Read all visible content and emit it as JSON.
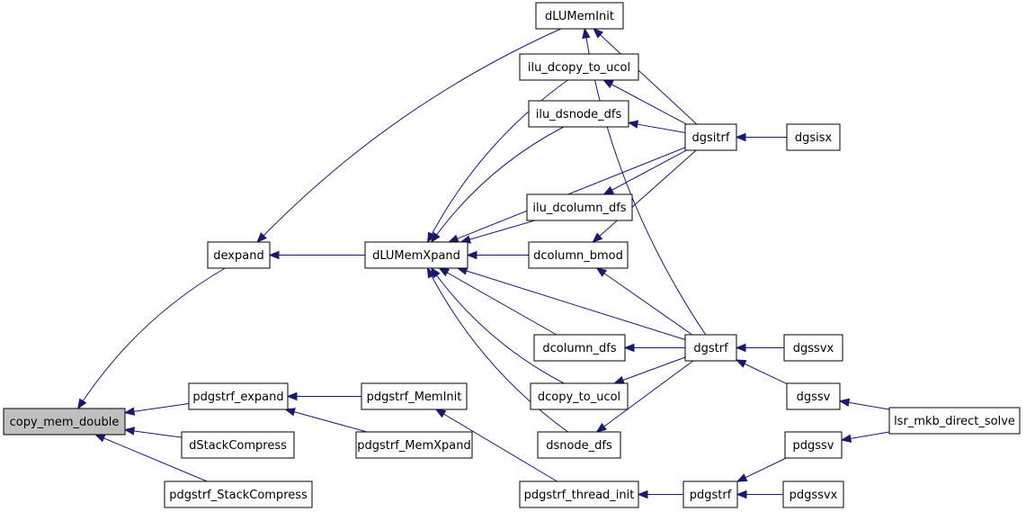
{
  "graph": {
    "root": "copy_mem_double",
    "colors": {
      "edge": "#191970",
      "root_fill": "#bfbfbf",
      "node_fill": "#ffffff",
      "node_stroke": "#000000"
    },
    "nodes": [
      {
        "id": "copy_mem_double",
        "label": "copy_mem_double"
      },
      {
        "id": "dexpand",
        "label": "dexpand"
      },
      {
        "id": "pdgstrf_expand",
        "label": "pdgstrf_expand"
      },
      {
        "id": "dStackCompress",
        "label": "dStackCompress"
      },
      {
        "id": "pdgstrf_StackCompress",
        "label": "pdgstrf_StackCompress"
      },
      {
        "id": "dLUMemXpand",
        "label": "dLUMemXpand"
      },
      {
        "id": "pdgstrf_MemInit",
        "label": "pdgstrf_MemInit"
      },
      {
        "id": "pdgstrf_MemXpand",
        "label": "pdgstrf_MemXpand"
      },
      {
        "id": "dLUMemInit",
        "label": "dLUMemInit"
      },
      {
        "id": "ilu_dcopy_to_ucol",
        "label": "ilu_dcopy_to_ucol"
      },
      {
        "id": "ilu_dsnode_dfs",
        "label": "ilu_dsnode_dfs"
      },
      {
        "id": "ilu_dcolumn_dfs",
        "label": "ilu_dcolumn_dfs"
      },
      {
        "id": "dcolumn_bmod",
        "label": "dcolumn_bmod"
      },
      {
        "id": "dcolumn_dfs",
        "label": "dcolumn_dfs"
      },
      {
        "id": "dcopy_to_ucol",
        "label": "dcopy_to_ucol"
      },
      {
        "id": "dsnode_dfs",
        "label": "dsnode_dfs"
      },
      {
        "id": "pdgstrf_thread_init",
        "label": "pdgstrf_thread_init"
      },
      {
        "id": "dgsitrf",
        "label": "dgsitrf"
      },
      {
        "id": "dgstrf",
        "label": "dgstrf"
      },
      {
        "id": "pdgstrf",
        "label": "pdgstrf"
      },
      {
        "id": "dgsisx",
        "label": "dgsisx"
      },
      {
        "id": "dgssvx",
        "label": "dgssvx"
      },
      {
        "id": "dgssv",
        "label": "dgssv"
      },
      {
        "id": "pdgssv",
        "label": "pdgssv"
      },
      {
        "id": "pdgssvx",
        "label": "pdgssvx"
      },
      {
        "id": "lsr_mkb_direct_solve",
        "label": "lsr_mkb_direct_solve"
      }
    ],
    "edges": [
      [
        "dexpand",
        "copy_mem_double"
      ],
      [
        "pdgstrf_expand",
        "copy_mem_double"
      ],
      [
        "dStackCompress",
        "copy_mem_double"
      ],
      [
        "pdgstrf_StackCompress",
        "copy_mem_double"
      ],
      [
        "dLUMemInit",
        "dexpand"
      ],
      [
        "dLUMemXpand",
        "dexpand"
      ],
      [
        "pdgstrf_MemInit",
        "pdgstrf_expand"
      ],
      [
        "pdgstrf_MemXpand",
        "pdgstrf_expand"
      ],
      [
        "ilu_dcopy_to_ucol",
        "dLUMemXpand"
      ],
      [
        "ilu_dsnode_dfs",
        "dLUMemXpand"
      ],
      [
        "dgsitrf",
        "dLUMemXpand"
      ],
      [
        "ilu_dcolumn_dfs",
        "dLUMemXpand"
      ],
      [
        "dcolumn_bmod",
        "dLUMemXpand"
      ],
      [
        "dgstrf",
        "dLUMemXpand"
      ],
      [
        "dcolumn_dfs",
        "dLUMemXpand"
      ],
      [
        "dcopy_to_ucol",
        "dLUMemXpand"
      ],
      [
        "dsnode_dfs",
        "dLUMemXpand"
      ],
      [
        "pdgstrf_thread_init",
        "pdgstrf_MemInit"
      ],
      [
        "dgsitrf",
        "dLUMemInit"
      ],
      [
        "dgstrf",
        "dLUMemInit"
      ],
      [
        "dgsitrf",
        "ilu_dcopy_to_ucol"
      ],
      [
        "dgsitrf",
        "ilu_dsnode_dfs"
      ],
      [
        "dgsitrf",
        "ilu_dcolumn_dfs"
      ],
      [
        "dgsitrf",
        "dcolumn_bmod"
      ],
      [
        "dgstrf",
        "dcolumn_bmod"
      ],
      [
        "dgstrf",
        "dcolumn_dfs"
      ],
      [
        "dgstrf",
        "dcopy_to_ucol"
      ],
      [
        "dgstrf",
        "dsnode_dfs"
      ],
      [
        "pdgstrf",
        "pdgstrf_thread_init"
      ],
      [
        "dgsisx",
        "dgsitrf"
      ],
      [
        "dgssvx",
        "dgstrf"
      ],
      [
        "dgssv",
        "dgstrf"
      ],
      [
        "pdgssv",
        "pdgstrf"
      ],
      [
        "pdgssvx",
        "pdgstrf"
      ],
      [
        "lsr_mkb_direct_solve",
        "dgssv"
      ],
      [
        "lsr_mkb_direct_solve",
        "pdgssv"
      ]
    ]
  }
}
